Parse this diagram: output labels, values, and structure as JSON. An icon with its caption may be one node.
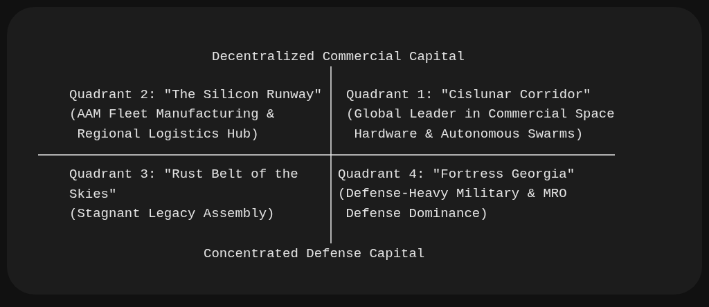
{
  "diagram": {
    "labels": [
      "Decentralized Commercial Capital",
      "Quadrant 2: \"The Silicon Runway\"",
      "(AAM Fleet Manufacturing & Regional Logistics Hub)",
      "Quadrant 1: \"Cislunar Corridor\"",
      "(Global Leader in Commercial Space Hardware & Autonomous Swarms)",
      "Quadrant 3: \"Rust Belt of the Skies\"",
      "(Stagnant Legacy Assembly)",
      "Quadrant 4: \"Fortress Georgia\"",
      "(Defense-Heavy Military & MRO Defense Dominance)",
      "Concentrated Defense Capital"
    ]
  }
}
